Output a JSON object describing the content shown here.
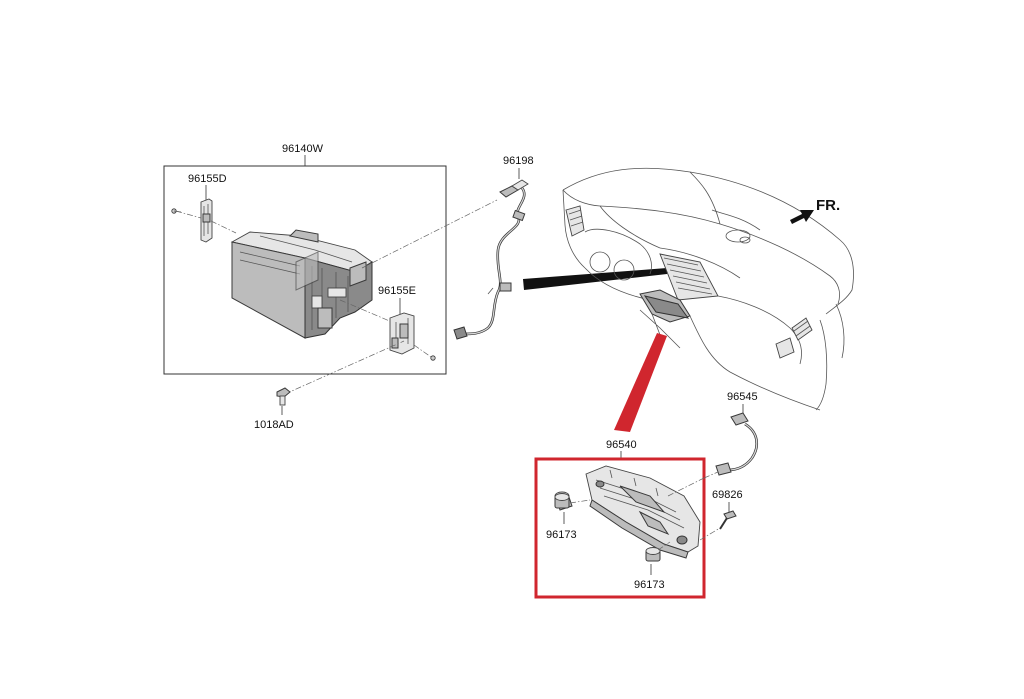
{
  "labels": {
    "head_unit": "96140W",
    "bracket_left": "96155D",
    "bracket_right": "96155E",
    "bolt": "1018AD",
    "antenna_cable": "96198",
    "control_panel": "96540",
    "wiring": "96545",
    "screw": "69826",
    "knob_left": "96173",
    "knob_right": "96173",
    "front_direction": "FR."
  },
  "colors": {
    "highlight_box": "#d0262e",
    "callout_band": "#d0262e",
    "leader_band": "#111111",
    "outline": "#3a3a3a"
  }
}
